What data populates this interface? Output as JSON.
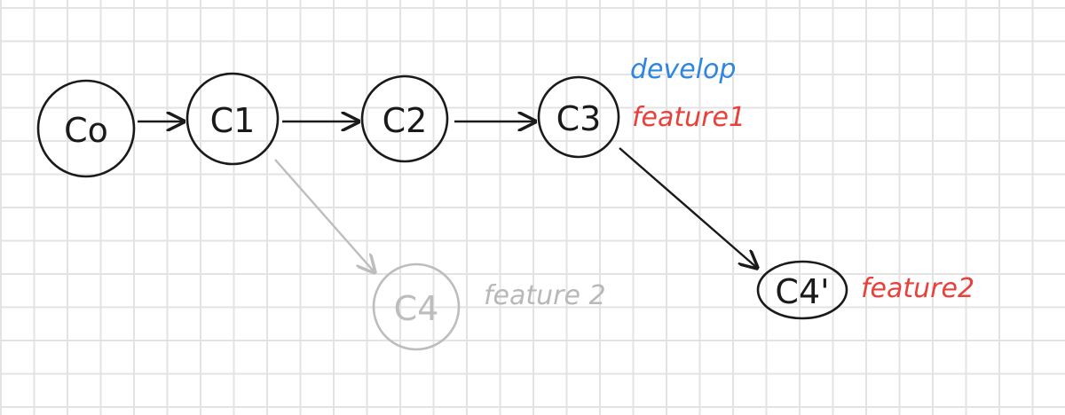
{
  "commits": {
    "c0": "Co",
    "c1": "C1",
    "c2": "C2",
    "c3": "C3",
    "c4": "C4",
    "c4p": "C4'"
  },
  "branches": {
    "develop": "develop",
    "feature1": "feature1",
    "feature2_old": "feature 2",
    "feature2_new": "feature2"
  },
  "colors": {
    "commit_stroke": "#1a1a1a",
    "faded_stroke": "#bdbdbd",
    "develop_label": "#2f86de",
    "feature_label": "#e8403b",
    "faded_label": "#b8b8b8"
  }
}
